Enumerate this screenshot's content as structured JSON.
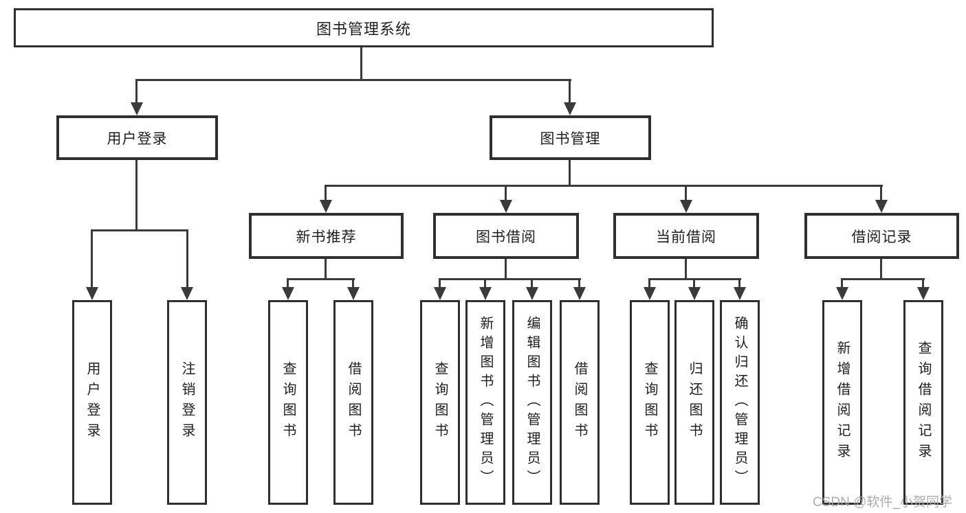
{
  "diagram_title": "图书管理系统",
  "watermark": "CSDN @软件_小贺同学",
  "colors": {
    "background": "#ffffff",
    "box_border": "#2e2e2e",
    "connector_line": "#3a3a3a",
    "text": "#1f1f1f",
    "watermark_text": "#a8a8a8"
  },
  "nodes": {
    "root": {
      "label": "图书管理系统",
      "children": [
        "user_login",
        "book_mgmt"
      ]
    },
    "user_login": {
      "label": "用户登录",
      "children": [
        "ul_login",
        "ul_logout"
      ]
    },
    "book_mgmt": {
      "label": "图书管理",
      "children": [
        "new_book_rec",
        "book_borrow",
        "current_borrow",
        "borrow_records"
      ]
    },
    "new_book_rec": {
      "label": "新书推荐",
      "children": [
        "nb_query",
        "nb_borrow"
      ]
    },
    "book_borrow": {
      "label": "图书借阅",
      "children": [
        "bb_query",
        "bb_add",
        "bb_edit",
        "bb_borrow"
      ]
    },
    "current_borrow": {
      "label": "当前借阅",
      "children": [
        "cb_query",
        "cb_return",
        "cb_confirm"
      ]
    },
    "borrow_records": {
      "label": "借阅记录",
      "children": [
        "br_add",
        "br_query"
      ]
    },
    "ul_login": {
      "label": "用户登录",
      "children": []
    },
    "ul_logout": {
      "label": "注销登录",
      "children": []
    },
    "nb_query": {
      "label": "查询图书",
      "children": []
    },
    "nb_borrow": {
      "label": "借阅图书",
      "children": []
    },
    "bb_query": {
      "label": "查询图书",
      "children": []
    },
    "bb_add": {
      "label": "新增图书（管理员）",
      "children": []
    },
    "bb_edit": {
      "label": "编辑图书（管理员）",
      "children": []
    },
    "bb_borrow": {
      "label": "借阅图书",
      "children": []
    },
    "cb_query": {
      "label": "查询图书",
      "children": []
    },
    "cb_return": {
      "label": "归还图书",
      "children": []
    },
    "cb_confirm": {
      "label": "确认归还（管理员）",
      "children": []
    },
    "br_add": {
      "label": "新增借阅记录",
      "children": []
    },
    "br_query": {
      "label": "查询借阅记录",
      "children": []
    }
  }
}
